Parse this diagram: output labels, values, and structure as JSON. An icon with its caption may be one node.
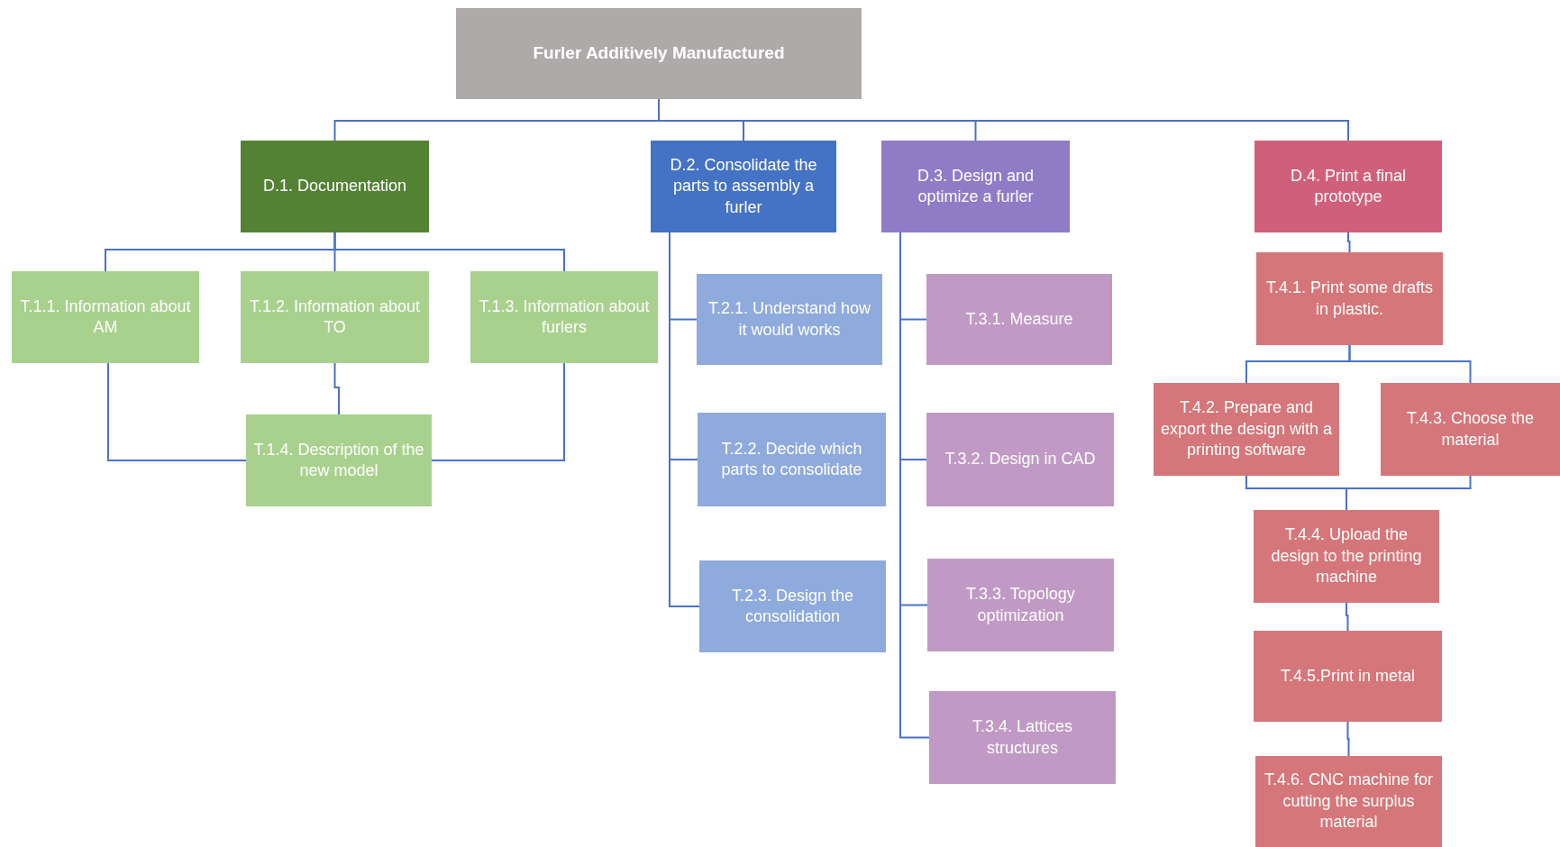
{
  "diagram": {
    "nodes": [
      {
        "text": [
          "Furler Additively Manufactured"
        ]
      },
      {
        "text": [
          "D.1. Documentation"
        ]
      },
      {
        "text": [
          "T.1.1. Information about AM"
        ]
      },
      {
        "text": [
          "T.1.2. Information about TO"
        ]
      },
      {
        "text": [
          "T.1.3. Information about furlers"
        ]
      },
      {
        "text": [
          "T.1.4. Description of the new model"
        ]
      },
      {
        "text": [
          "D.2. Consolidate the parts to assembly a furler"
        ]
      },
      {
        "text": [
          "T.2.1. Understand how it would works"
        ]
      },
      {
        "text": [
          "T.2.2. Decide which parts to consolidate"
        ]
      },
      {
        "text": [
          "T.2.3. Design the consolidation"
        ]
      },
      {
        "text": [
          "D.3. Design and optimize a furler"
        ]
      },
      {
        "text": [
          "T.3.1. Measure"
        ]
      },
      {
        "text": [
          "T.3.2. Design in CAD"
        ]
      },
      {
        "text": [
          "T.3.3. Topology optimization"
        ]
      },
      {
        "text": [
          "T.3.4. Lattices structures"
        ]
      },
      {
        "text": [
          "D.4. Print a final prototype"
        ]
      },
      {
        "text": [
          "T.4.1. Print some drafts in plastic."
        ]
      },
      {
        "text": [
          "T.4.2. Prepare and export the design with a printing software"
        ]
      },
      {
        "text": [
          "T.4.3. Choose the material"
        ]
      },
      {
        "text": [
          "T.4.4. Upload the design to the printing machine"
        ]
      },
      {
        "text": [
          "T.4.5.Print in metal"
        ]
      },
      {
        "text": [
          "T.4.6. CNC machine for cutting the surplus material"
        ]
      }
    ],
    "edges": [
      {
        "from": 0,
        "to": 1,
        "arrow": "none"
      },
      {
        "from": 0,
        "to": 6,
        "arrow": "none"
      },
      {
        "from": 0,
        "to": 10,
        "arrow": "none"
      },
      {
        "from": 0,
        "to": 15,
        "arrow": "none"
      },
      {
        "from": 1,
        "to": 2,
        "arrow": "none"
      },
      {
        "from": 1,
        "to": 3,
        "arrow": "none"
      },
      {
        "from": 1,
        "to": 4,
        "arrow": "none"
      },
      {
        "from": 2,
        "to": 5,
        "arrow": "none"
      },
      {
        "from": 3,
        "to": 5,
        "arrow": "none"
      },
      {
        "from": 4,
        "to": 5,
        "arrow": "none"
      },
      {
        "from": 6,
        "to": 7,
        "arrow": "none"
      },
      {
        "from": 6,
        "to": 8,
        "arrow": "none"
      },
      {
        "from": 6,
        "to": 9,
        "arrow": "none"
      },
      {
        "from": 10,
        "to": 11,
        "arrow": "none"
      },
      {
        "from": 10,
        "to": 12,
        "arrow": "none"
      },
      {
        "from": 10,
        "to": 13,
        "arrow": "none"
      },
      {
        "from": 10,
        "to": 14,
        "arrow": "none"
      },
      {
        "from": 15,
        "to": 16,
        "arrow": "none"
      },
      {
        "from": 16,
        "to": 17,
        "arrow": "none"
      },
      {
        "from": 16,
        "to": 18,
        "arrow": "none"
      },
      {
        "from": 17,
        "to": 19,
        "arrow": "none"
      },
      {
        "from": 18,
        "to": 19,
        "arrow": "none"
      },
      {
        "from": 19,
        "to": 20,
        "arrow": "none"
      },
      {
        "from": 20,
        "to": 21,
        "arrow": "none"
      }
    ]
  }
}
